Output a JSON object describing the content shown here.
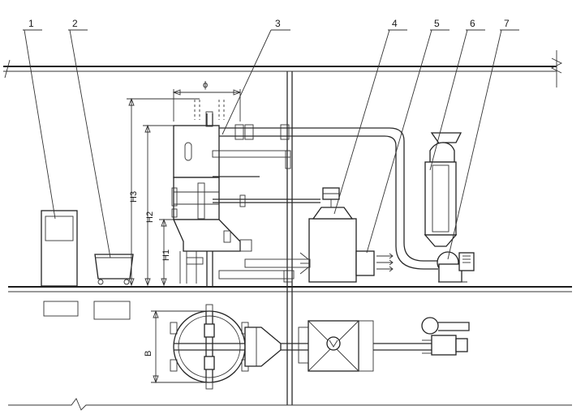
{
  "callouts": [
    "1",
    "2",
    "3",
    "4",
    "5",
    "6",
    "7"
  ],
  "dimensions": {
    "diameter": "ϕ",
    "h3": "H3",
    "h2": "H2",
    "h1": "H1",
    "b": "B"
  },
  "colors": {
    "line": "#222222",
    "background": "#ffffff"
  }
}
